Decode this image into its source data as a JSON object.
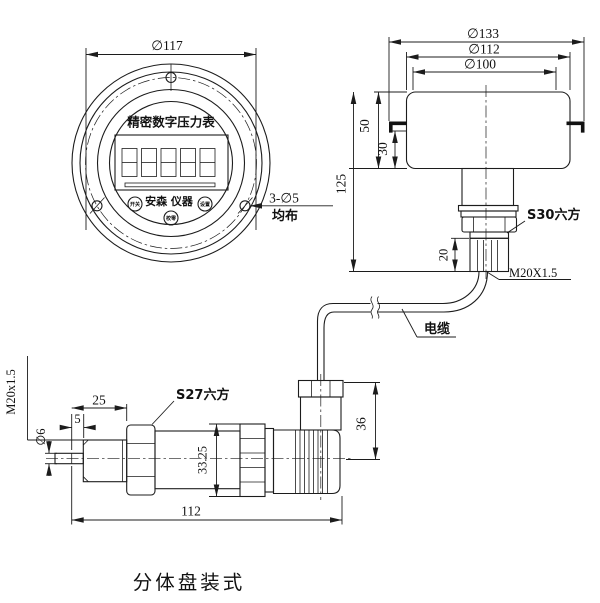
{
  "front_view": {
    "dim_bolt_circle": "∅117",
    "holes_note_line1": "3-∅5",
    "holes_note_line2": "均布",
    "title": "精密数字压力表",
    "brand": "安森 仪器",
    "buttons": {
      "power": "开关",
      "set": "设置",
      "zero": "校零"
    }
  },
  "side_view": {
    "dim_flange": "∅133",
    "dim_case": "∅112",
    "dim_face": "∅100",
    "dim_case_height": "50",
    "dim_back_depth": "30",
    "dim_total_height": "125",
    "dim_thread_length": "20",
    "hex_note": "S30六方",
    "thread_note": "M20X1.5"
  },
  "cable": {
    "label": "电缆"
  },
  "transmitter": {
    "thread_note": "M20x1.5",
    "dim_port": "∅6",
    "dim_tip": "5",
    "dim_thread_length": "25",
    "hex_note": "S27六方",
    "dim_ring_height": "33.25",
    "dim_connector_height": "36",
    "dim_total_length": "112"
  },
  "caption": "分体盘装式"
}
